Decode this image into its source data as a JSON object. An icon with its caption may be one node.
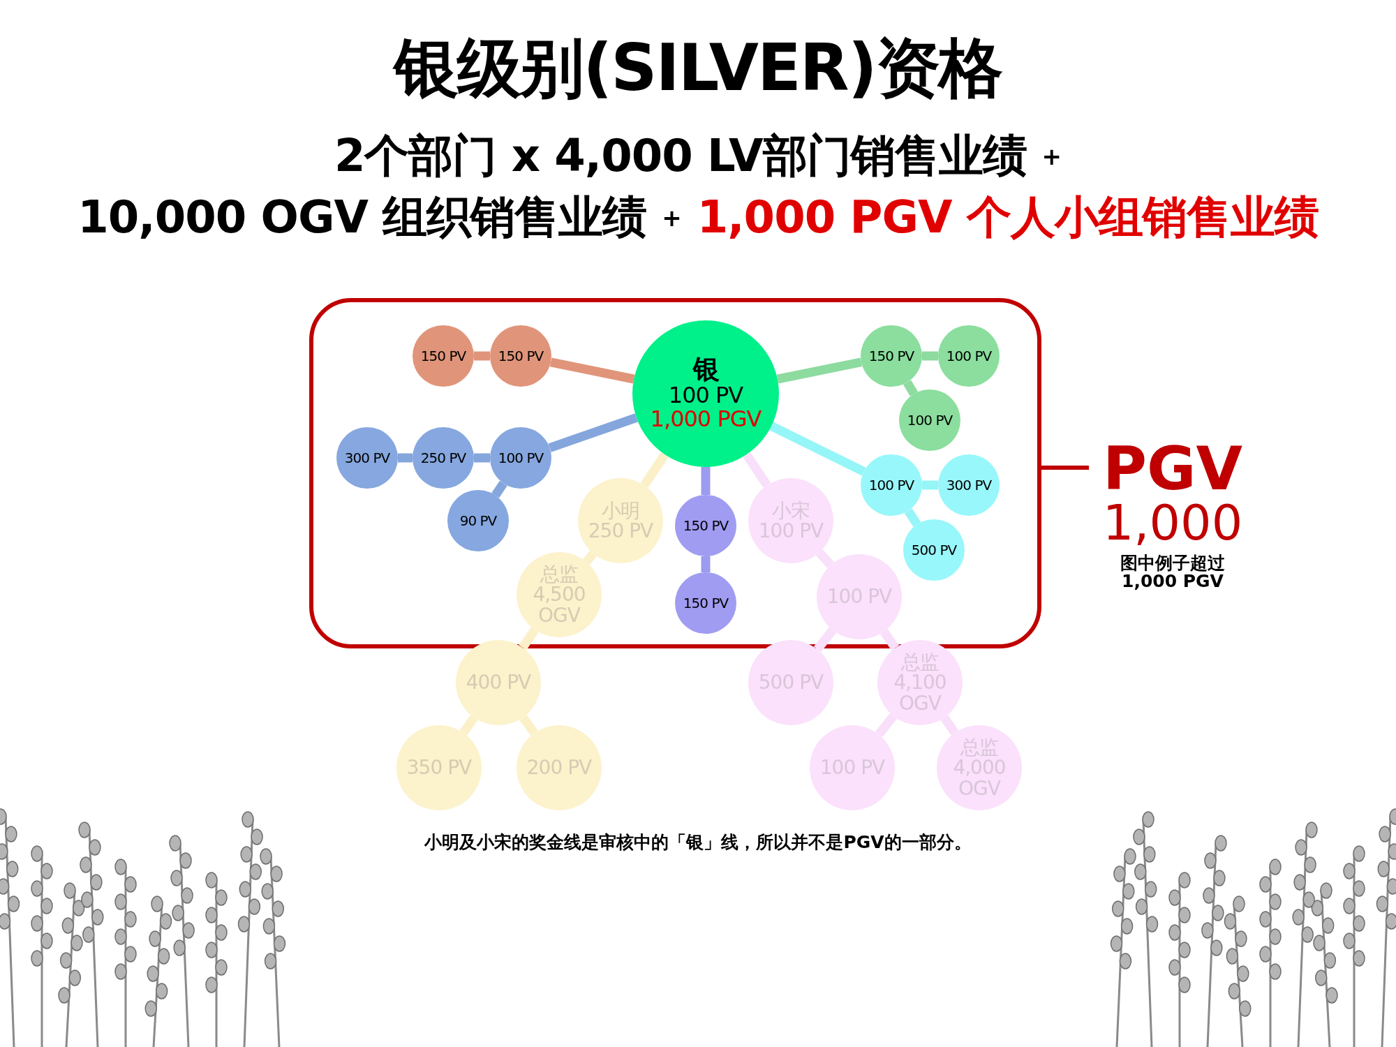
{
  "diagram": {
    "title": "银级别(SILVER)资格",
    "nodes": [
      {
        "text": [],
        "shape": "box"
      },
      {
        "text": [
          "银",
          "100 PV",
          "1,000 PGV"
        ],
        "in": 0
      },
      {
        "text": [
          "150 PV"
        ],
        "in": 0
      },
      {
        "text": [
          "150 PV"
        ],
        "in": 0
      },
      {
        "text": [
          "300 PV"
        ],
        "in": 0
      },
      {
        "text": [
          "250 PV"
        ],
        "in": 0
      },
      {
        "text": [
          "100 PV"
        ],
        "in": 0
      },
      {
        "text": [
          "90 PV"
        ],
        "in": 0
      },
      {
        "text": [
          "小明",
          "250 PV"
        ],
        "in": 0
      },
      {
        "text": [
          "总监",
          "4,500 OGV"
        ],
        "in": 0
      },
      {
        "text": [
          "400 PV"
        ]
      },
      {
        "text": [
          "350 PV"
        ]
      },
      {
        "text": [
          "200 PV"
        ]
      },
      {
        "text": [
          "150 PV"
        ],
        "in": 0
      },
      {
        "text": [
          "150 PV"
        ],
        "in": 0
      },
      {
        "text": [
          "小宋",
          "100 PV"
        ],
        "in": 0
      },
      {
        "text": [
          "100 PV"
        ],
        "in": 0
      },
      {
        "text": [
          "500 PV"
        ]
      },
      {
        "text": [
          "总监",
          "4,100 OGV"
        ]
      },
      {
        "text": [
          "100 PV"
        ]
      },
      {
        "text": [
          "总监",
          "4,000 OGV"
        ]
      },
      {
        "text": [
          "150 PV"
        ],
        "in": 0
      },
      {
        "text": [
          "100 PV"
        ],
        "in": 0
      },
      {
        "text": [
          "100 PV"
        ],
        "in": 0
      },
      {
        "text": [
          "100 PV"
        ],
        "in": 0
      },
      {
        "text": [
          "300 PV"
        ],
        "in": 0
      },
      {
        "text": [
          "500 PV"
        ],
        "in": 0
      },
      {
        "text": [
          "PGV",
          "1,000"
        ],
        "beside": [
          "图中例子超过 1,000 PGV"
        ]
      }
    ],
    "edges": [
      {
        "from": 1,
        "to": 3,
        "arrow": "none",
        "color": "#e0957a"
      },
      {
        "from": 3,
        "to": 2,
        "arrow": "none",
        "color": "#e0957a"
      },
      {
        "from": 1,
        "to": 6,
        "arrow": "none",
        "color": "#84a6dc"
      },
      {
        "from": 6,
        "to": 5,
        "arrow": "none",
        "color": "#84a6dc"
      },
      {
        "from": 5,
        "to": 4,
        "arrow": "none",
        "color": "#84a6dc"
      },
      {
        "from": 6,
        "to": 7,
        "arrow": "none",
        "color": "#84a6dc"
      },
      {
        "from": 1,
        "to": 8,
        "arrow": "none",
        "color": "#fbf0c8"
      },
      {
        "from": 8,
        "to": 9,
        "arrow": "none",
        "color": "#fbf0c8"
      },
      {
        "from": 9,
        "to": 10,
        "arrow": "none",
        "color": "#fbf0c8"
      },
      {
        "from": 10,
        "to": 11,
        "arrow": "none",
        "color": "#fbf0c8"
      },
      {
        "from": 10,
        "to": 12,
        "arrow": "none",
        "color": "#fbf0c8"
      },
      {
        "from": 1,
        "to": 13,
        "arrow": "none",
        "color": "#9b9bef"
      },
      {
        "from": 13,
        "to": 14,
        "arrow": "none",
        "color": "#9b9bef"
      },
      {
        "from": 1,
        "to": 15,
        "arrow": "none",
        "color": "#f9dff9"
      },
      {
        "from": 15,
        "to": 16,
        "arrow": "none",
        "color": "#f9dff9"
      },
      {
        "from": 16,
        "to": 17,
        "arrow": "none",
        "color": "#f9dff9"
      },
      {
        "from": 16,
        "to": 18,
        "arrow": "none",
        "color": "#f9dff9"
      },
      {
        "from": 18,
        "to": 19,
        "arrow": "none",
        "color": "#f9dff9"
      },
      {
        "from": 18,
        "to": 20,
        "arrow": "none",
        "color": "#f9dff9"
      },
      {
        "from": 1,
        "to": 21,
        "arrow": "none",
        "color": "#8ddb9f"
      },
      {
        "from": 21,
        "to": 22,
        "arrow": "none",
        "color": "#8ddb9f"
      },
      {
        "from": 21,
        "to": 23,
        "arrow": "none",
        "color": "#8ddb9f"
      },
      {
        "from": 1,
        "to": 24,
        "arrow": "none",
        "color": "#96f5f7"
      },
      {
        "from": 24,
        "to": 25,
        "arrow": "none",
        "color": "#96f5f7"
      },
      {
        "from": 24,
        "to": 26,
        "arrow": "none",
        "color": "#96f5f7"
      },
      {
        "from": 0,
        "to": 27,
        "arrow": "none",
        "color": "#c00000"
      }
    ],
    "labels": [
      "2个部门 x 4,000 LV部门销售业绩",
      "+",
      "10,000 OGV 组织销售业绩",
      "+",
      "1,000 PGV 个人小组销售业绩",
      "小明及小宋的奖金线是审核中的「银」线，所以并不是PGV的一部分。"
    ]
  }
}
